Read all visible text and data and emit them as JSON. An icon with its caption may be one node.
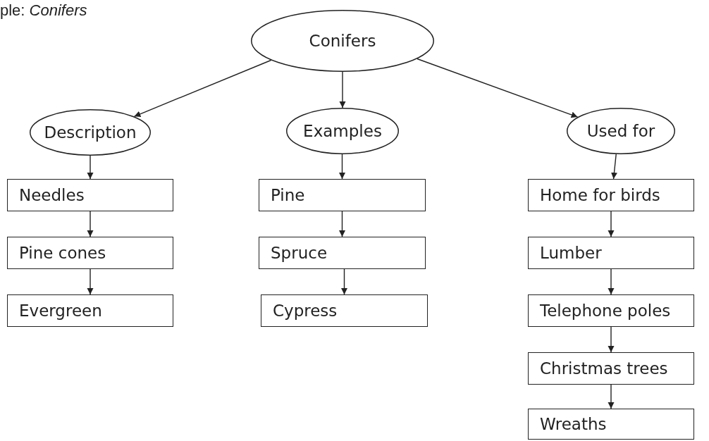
{
  "diagram": {
    "nodes": [
      {
        "text": [
          "Conifers"
        ]
      },
      {
        "text": [
          "Description"
        ]
      },
      {
        "text": [
          "Examples"
        ]
      },
      {
        "text": [
          "Used for"
        ]
      },
      {
        "text": [
          "Needles"
        ]
      },
      {
        "text": [
          "Pine cones"
        ]
      },
      {
        "text": [
          "Evergreen"
        ]
      },
      {
        "text": [
          "Pine"
        ]
      },
      {
        "text": [
          "Spruce"
        ]
      },
      {
        "text": [
          "Cypress"
        ]
      },
      {
        "text": [
          "Home for birds"
        ]
      },
      {
        "text": [
          "Lumber"
        ]
      },
      {
        "text": [
          "Telephone poles"
        ]
      },
      {
        "text": [
          "Christmas trees"
        ]
      },
      {
        "text": [
          "Wreaths"
        ]
      }
    ],
    "edges": [
      {
        "from": 0,
        "to": 1,
        "arrow": "to"
      },
      {
        "from": 0,
        "to": 2,
        "arrow": "to"
      },
      {
        "from": 0,
        "to": 3,
        "arrow": "to"
      },
      {
        "from": 1,
        "to": 4,
        "arrow": "to"
      },
      {
        "from": 4,
        "to": 5,
        "arrow": "to"
      },
      {
        "from": 5,
        "to": 6,
        "arrow": "to"
      },
      {
        "from": 2,
        "to": 7,
        "arrow": "to"
      },
      {
        "from": 7,
        "to": 8,
        "arrow": "to"
      },
      {
        "from": 8,
        "to": 9,
        "arrow": "to"
      },
      {
        "from": 3,
        "to": 10,
        "arrow": "to"
      },
      {
        "from": 10,
        "to": 11,
        "arrow": "to"
      },
      {
        "from": 11,
        "to": 12,
        "arrow": "to"
      },
      {
        "from": 12,
        "to": 13,
        "arrow": "to"
      },
      {
        "from": 13,
        "to": 14,
        "arrow": "to"
      }
    ],
    "labels": [
      "ple: *Conifers*"
    ]
  }
}
